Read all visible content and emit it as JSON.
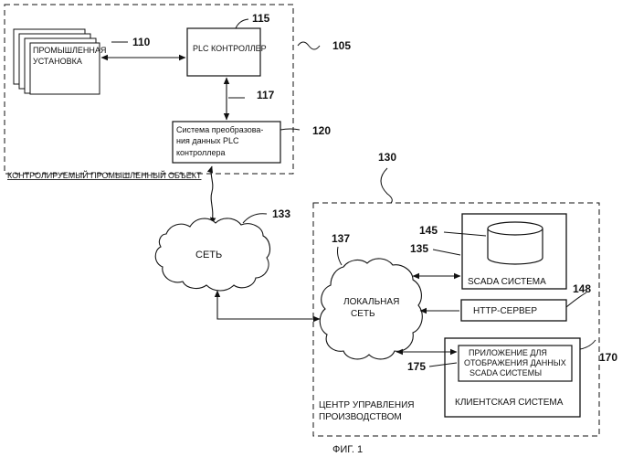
{
  "figure": {
    "caption": "ФИГ. 1"
  },
  "blocks": {
    "industrial_installation": {
      "ref": "110",
      "line1": "ПРОМЫШЛЕННАЯ",
      "line2": "УСТАНОВКА"
    },
    "plc_controller": {
      "ref": "115",
      "label": "PLC КОНТРОЛЛЕР"
    },
    "conversion_system": {
      "ref": "120",
      "line1": "Система преобразова-",
      "line2": "ния данных PLC",
      "line3": "контроллера"
    },
    "controlled_facility": {
      "ref": "105",
      "label": "КОНТРОЛИРУЕМЫЙ ПРОМЫШЛЕННЫЙ ОБЪЕКТ"
    },
    "link_117": {
      "ref": "117"
    },
    "network": {
      "ref": "133",
      "label": "СЕТЬ"
    },
    "control_center": {
      "ref": "130",
      "line1": "ЦЕНТР УПРАВЛЕНИЯ",
      "line2": "ПРОИЗВОДСТВОМ"
    },
    "local_network": {
      "ref": "137",
      "line1": "ЛОКАЛЬНАЯ",
      "line2": "СЕТЬ"
    },
    "scada_db": {
      "ref": "145"
    },
    "scada_system": {
      "ref": "135",
      "label": "SCADA СИСТЕМА"
    },
    "http_server": {
      "ref": "148",
      "label": "HTTP-СЕРВЕР"
    },
    "client_system": {
      "ref": "170",
      "label": "КЛИЕНТСКАЯ СИСТЕМА"
    },
    "scada_app": {
      "ref": "175",
      "line1": "ПРИЛОЖЕНИЕ ДЛЯ",
      "line2": "ОТОБРАЖЕНИЯ ДАННЫХ",
      "line3": "SCADA СИСТЕМЫ"
    }
  }
}
